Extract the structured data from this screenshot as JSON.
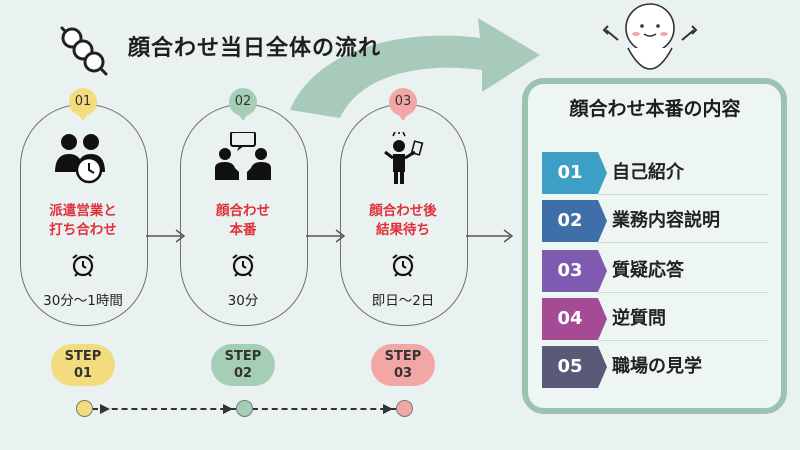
{
  "title": "顔合わせ当日全体の流れ",
  "steps": [
    {
      "num": "01",
      "title_line1": "派遣営業と",
      "title_line2": "打ち合わせ",
      "duration": "30分～1時間",
      "step_label": "STEP",
      "step_num": "01",
      "color": "#f3dc7e",
      "icon": "two-people-clock-icon"
    },
    {
      "num": "02",
      "title_line1": "顔合わせ",
      "title_line2": "本番",
      "duration": "30分",
      "step_label": "STEP",
      "step_num": "02",
      "color": "#a6cdb5",
      "icon": "meeting-icon"
    },
    {
      "num": "03",
      "title_line1": "顔合わせ後",
      "title_line2": "結果待ち",
      "duration": "即日～2日",
      "step_label": "STEP",
      "step_num": "03",
      "color": "#f3a6a6",
      "icon": "person-phone-icon"
    }
  ],
  "panel": {
    "title": "顔合わせ本番の内容",
    "items": [
      {
        "num": "01",
        "label": "自己紹介",
        "color": "#3e9fc6"
      },
      {
        "num": "02",
        "label": "業務内容説明",
        "color": "#3e6fa8"
      },
      {
        "num": "03",
        "label": "質疑応答",
        "color": "#7e5bb0"
      },
      {
        "num": "04",
        "label": "逆質問",
        "color": "#a54b96"
      },
      {
        "num": "05",
        "label": "職場の見学",
        "color": "#5a5a78"
      }
    ]
  },
  "colors": {
    "background": "#e9f2f0",
    "accent_red": "#e0303a",
    "panel_border": "#9cc3b0",
    "arrow": "#9cc3b0"
  }
}
